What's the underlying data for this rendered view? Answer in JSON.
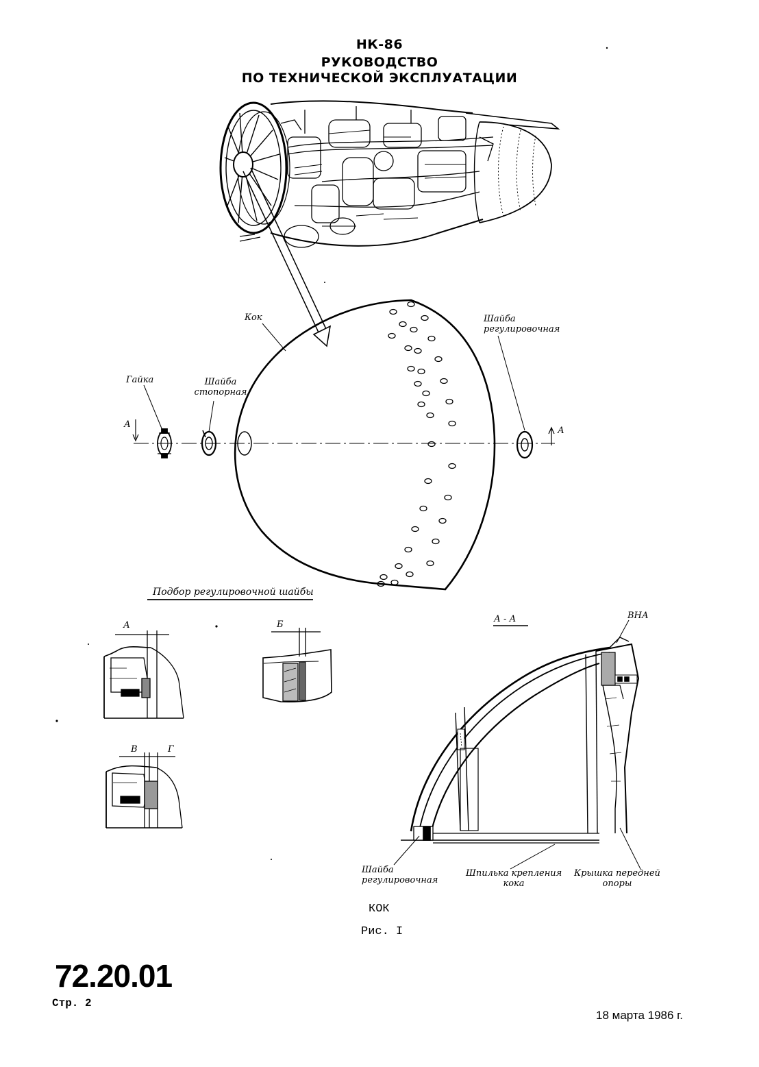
{
  "header": {
    "model": "НК-86",
    "title_line1": "РУКОВОДСТВО",
    "title_line2": "ПО ТЕХНИЧЕСКОЙ ЭКСПЛУАТАЦИИ"
  },
  "labels": {
    "kok": "Кок",
    "gaika": "Гайка",
    "shaiba_stopornaya_1": "Шайба",
    "shaiba_stopornaya_2": "стопорная",
    "shaiba_reg_top_1": "Шайба",
    "shaiba_reg_top_2": "регулировочная",
    "section_mark": "А",
    "podbor": "Подбор регулировочной шайбы",
    "detail_a": "А",
    "detail_b": "Б",
    "detail_v": "В",
    "detail_g": "Г",
    "section_aa": "А - А",
    "vna": "ВНА",
    "shaiba_reg_bottom_1": "Шайба",
    "shaiba_reg_bottom_2": "регулировочная",
    "shpilka_1": "Шпилька крепления",
    "shpilka_2": "кока",
    "kryshka_1": "Крышка передней",
    "kryshka_2": "опоры"
  },
  "figure": {
    "name": "КОК",
    "number": "Рис. I"
  },
  "footer": {
    "doc_number": "72.20.01",
    "page": "Стр. 2",
    "date": "18 марта 1986 г."
  }
}
